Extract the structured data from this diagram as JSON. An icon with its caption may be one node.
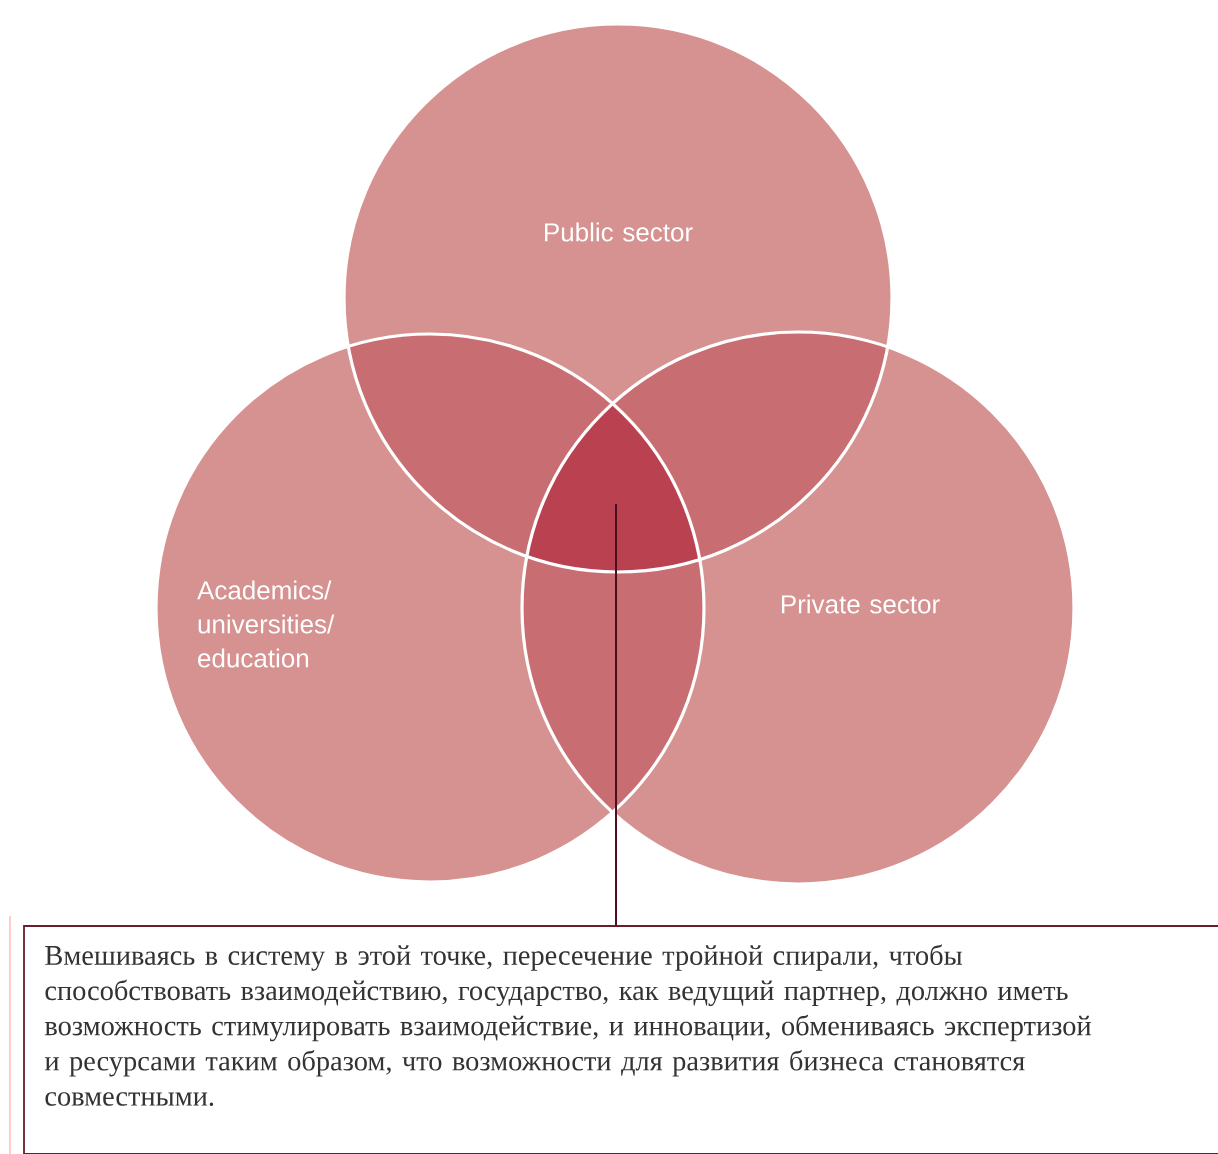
{
  "diagram": {
    "nodes": [
      {
        "text": [
          "Public sector"
        ]
      },
      {
        "text": [
          "Academics/ universities/ education"
        ]
      },
      {
        "text": [
          "Private sector"
        ]
      },
      {
        "text": [
          "Вмешиваясь в систему в этой точке, пересечение тройной спирали, чтобы способствовать взаимодействию, государство, как ведущий партнер, должно иметь возможность стимулировать взаимодействие, и инновации, обмениваясь экспертизой и ресурсами таким образом, что возможности для развития бизнеса становятся совместными."
        ]
      },
      {
        "text": [],
        "shape": "triangle"
      }
    ],
    "edges": [
      {
        "from": 3,
        "to": 4,
        "arrow": "none"
      }
    ]
  }
}
